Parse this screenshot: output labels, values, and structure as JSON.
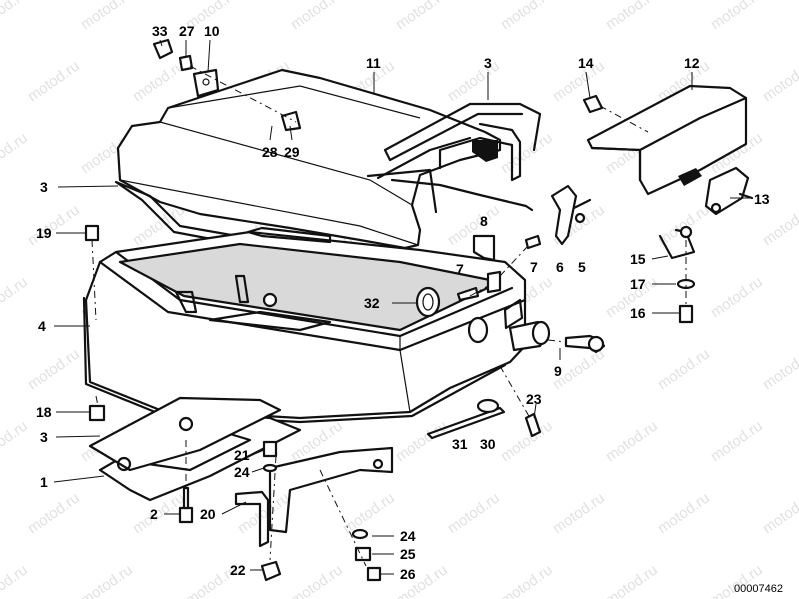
{
  "watermark": "motod.ru",
  "reference_number": "00007462",
  "callouts": {
    "c1": "1",
    "c2": "2",
    "c3a": "3",
    "c3b": "3",
    "c3c": "3",
    "c4": "4",
    "c5": "5",
    "c6": "6",
    "c7a": "7",
    "c7b": "7",
    "c8": "8",
    "c9": "9",
    "c10": "10",
    "c11": "11",
    "c12": "12",
    "c13": "13",
    "c14": "14",
    "c15": "15",
    "c16": "16",
    "c17": "17",
    "c18": "18",
    "c19": "19",
    "c20": "20",
    "c21": "21",
    "c22": "22",
    "c23": "23",
    "c24": "24",
    "c25": "25",
    "c26": "26",
    "c27": "27",
    "c28": "28",
    "c29": "29",
    "c30": "30",
    "c31": "31",
    "c32": "32",
    "c33": "33"
  }
}
